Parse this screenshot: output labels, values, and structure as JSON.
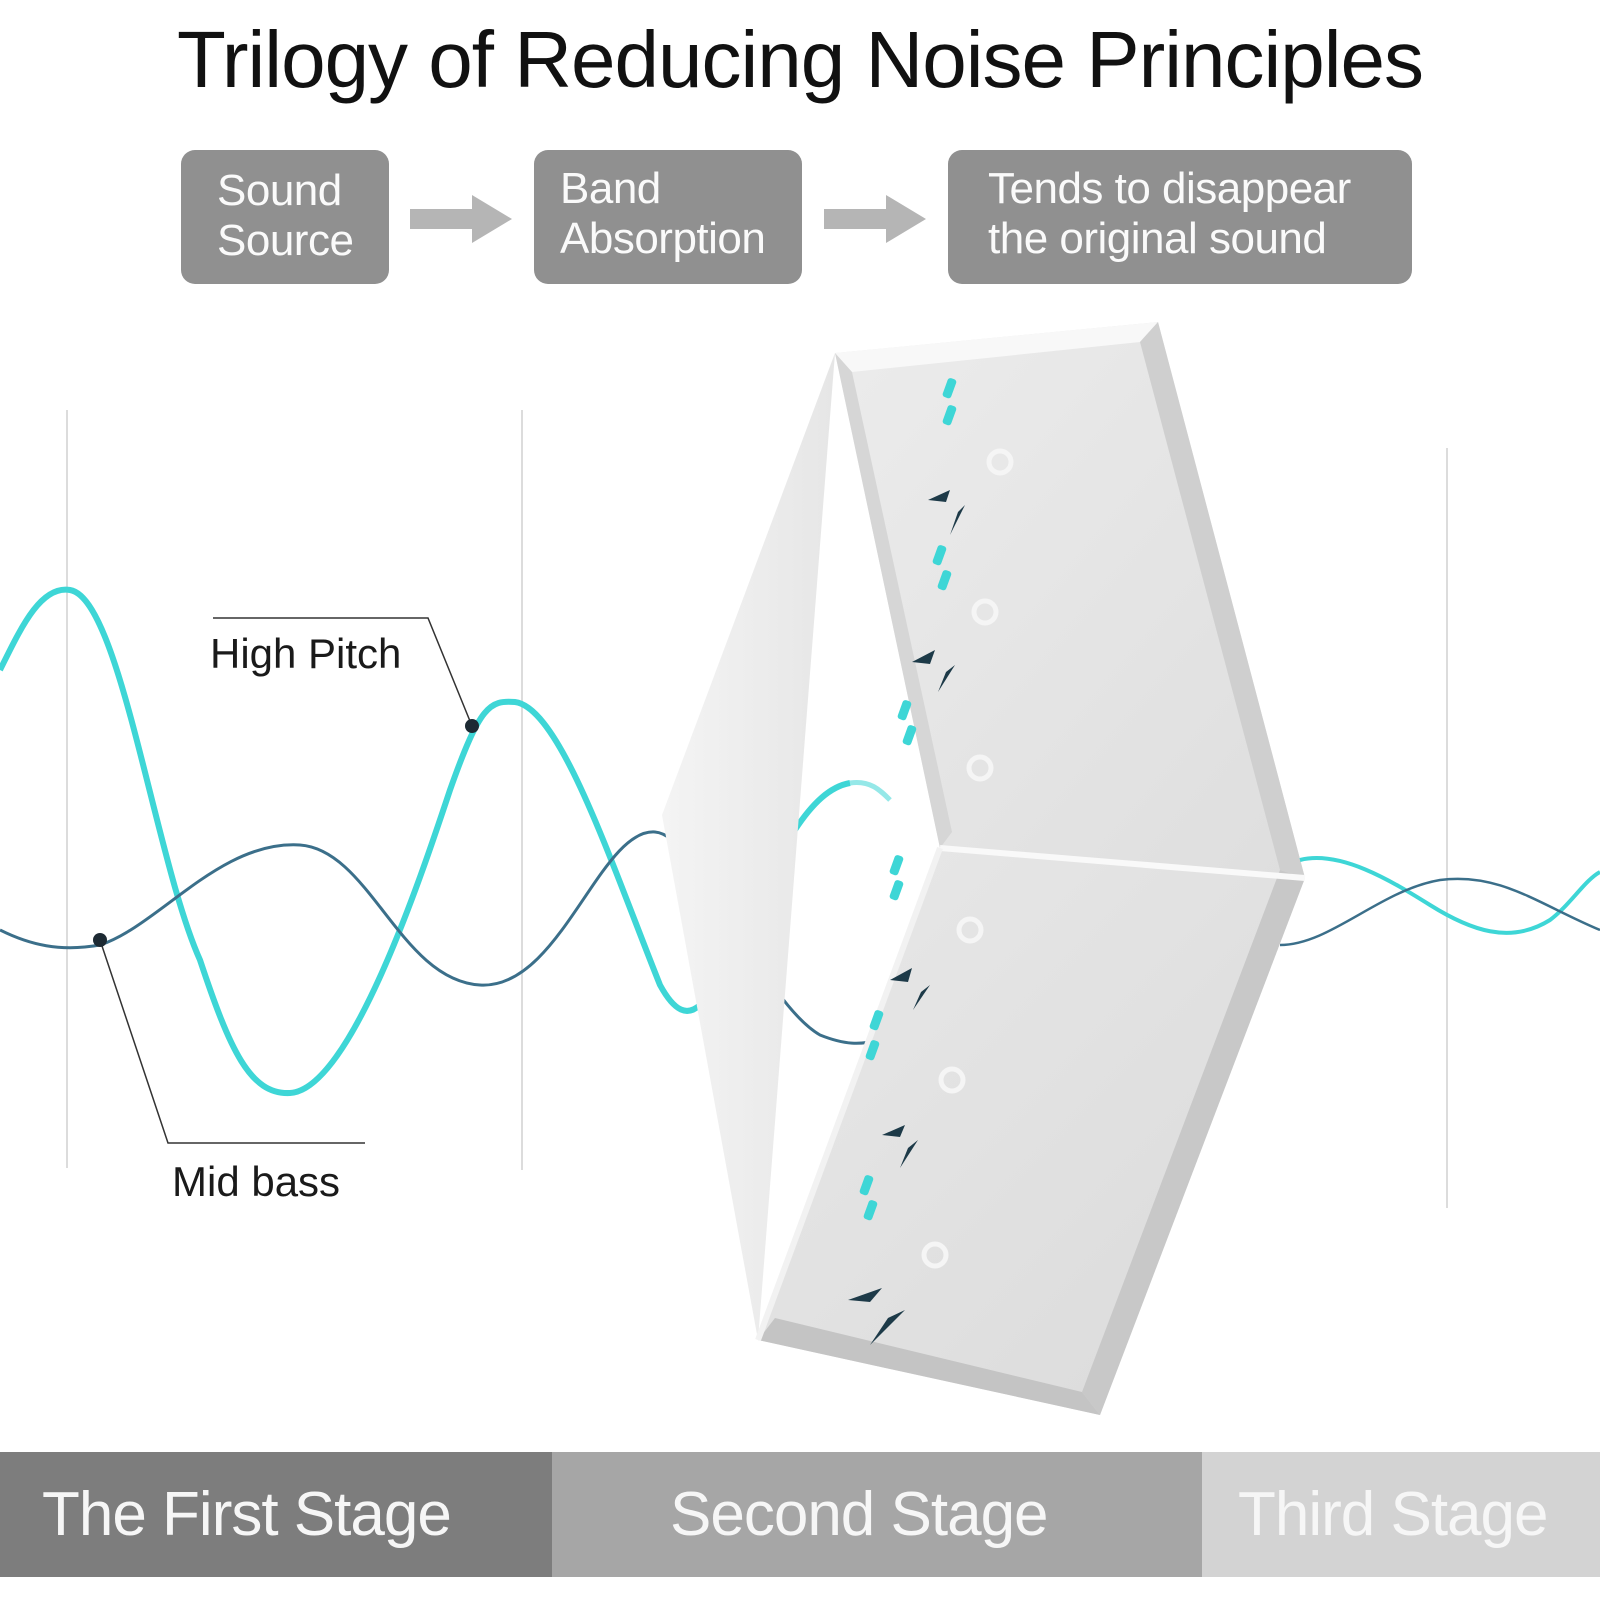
{
  "title": "Trilogy of Reducing Noise Principles",
  "flow": {
    "steps": [
      {
        "line1": "Sound",
        "line2": "Source"
      },
      {
        "line1": "Band",
        "line2": "Absorption"
      },
      {
        "line1": "Tends to disappear",
        "line2": "the original sound"
      }
    ]
  },
  "labels": {
    "high_pitch": "High Pitch",
    "mid_bass": "Mid bass"
  },
  "stages": {
    "first": "The First Stage",
    "second": "Second Stage",
    "third": "Third Stage"
  },
  "colors": {
    "high_pitch_wave": "#3ed6d6",
    "mid_bass_wave": "#3b6f8a",
    "flow_box": "#909090",
    "stage_first": "#7d7d7d",
    "stage_second": "#a6a6a6",
    "stage_third": "#d3d3d3"
  }
}
